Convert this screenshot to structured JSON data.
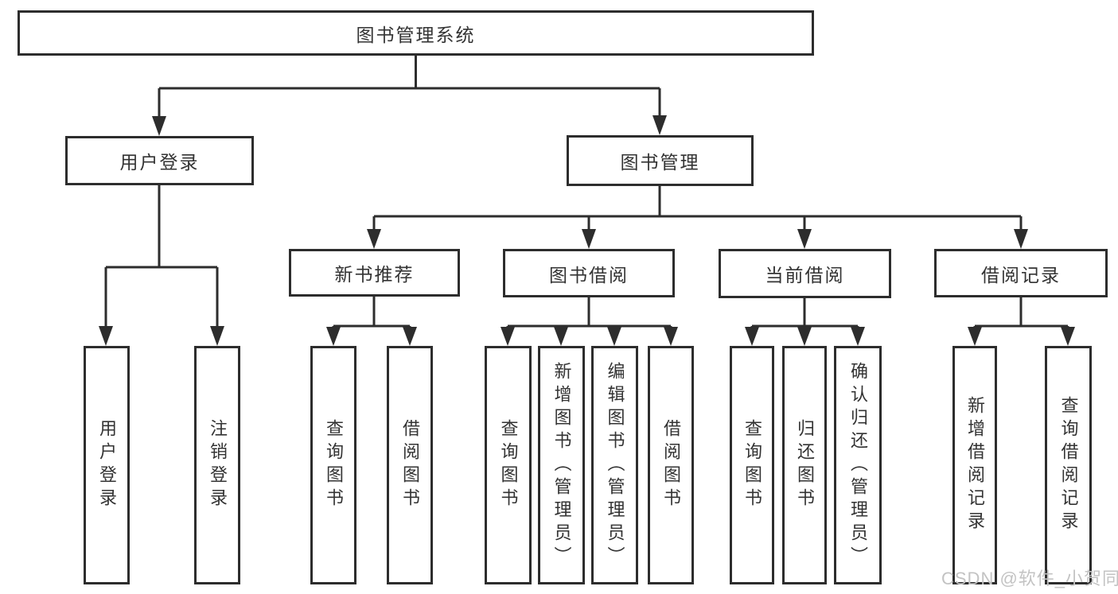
{
  "diagram": {
    "title": "图书管理系统",
    "level2": {
      "user_login": "用户登录",
      "book_management": "图书管理"
    },
    "level3": {
      "new_book_recommend": "新书推荐",
      "book_borrowing": "图书借阅",
      "current_borrowing": "当前借阅",
      "borrowing_records": "借阅记录"
    },
    "leaves": {
      "user_login": "用户登录",
      "logout": "注销登录",
      "nb_query_books": "查询图书",
      "nb_borrow_books": "借阅图书",
      "bb_query_books": "查询图书",
      "bb_add_books_admin": "新增图书（管理员）",
      "bb_edit_books_admin": "编辑图书（管理员）",
      "bb_borrow_books": "借阅图书",
      "cb_query_books": "查询图书",
      "cb_return_books": "归还图书",
      "cb_confirm_return_admin": "确认归还（管理员）",
      "rec_add_borrow_record": "新增借阅记录",
      "rec_query_borrow_record": "查询借阅记录"
    }
  },
  "watermark": "CSDN @软件_小贺同学",
  "colors": {
    "line": "#2d2d2d",
    "text": "#333333",
    "watermark": "#c3c3c3",
    "background": "#ffffff"
  }
}
